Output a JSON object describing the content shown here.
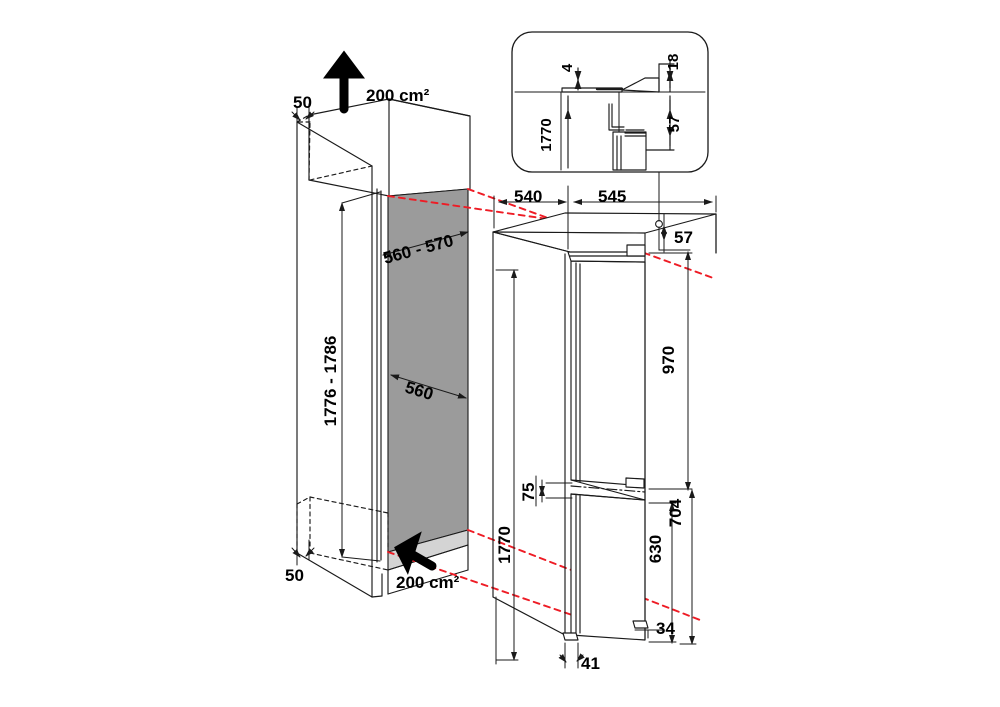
{
  "document": {
    "type": "installation-dimension-drawing",
    "subject": "Built-in fridge-freezer niche installation diagram",
    "background_color": "#ffffff",
    "line_color": "#1a1a1a",
    "accent_color": "#ee1c25",
    "cavity_fill": "#9b9b9b",
    "cavity_floor_fill": "#d4d4d4"
  },
  "niche_drawing": {
    "name": "kitchen-cabinet-niche",
    "labels": {
      "vent_top": "200 cm²",
      "vent_bottom": "200 cm²",
      "gap_top": "50",
      "gap_bottom": "50",
      "niche_height": "1776 - 1786",
      "niche_width": "560 - 570",
      "niche_depth": "560"
    }
  },
  "appliance_drawing": {
    "name": "fridge-freezer-unit",
    "labels": {
      "depth_540": "540",
      "width_545": "545",
      "hinge_offset_57": "57",
      "fridge_door_970": "970",
      "door_gap_75": "75",
      "freezer_door_630": "630",
      "lower_section_704": "704",
      "foot_front_41": "41",
      "foot_rear_34": "34",
      "total_height_1770": "1770"
    }
  },
  "detail_inset": {
    "name": "hinge-detail-inset",
    "labels": {
      "panel_thickness_4": "4",
      "top_clearance_18": "18",
      "plinth_57": "57",
      "height_1770": "1770"
    }
  }
}
